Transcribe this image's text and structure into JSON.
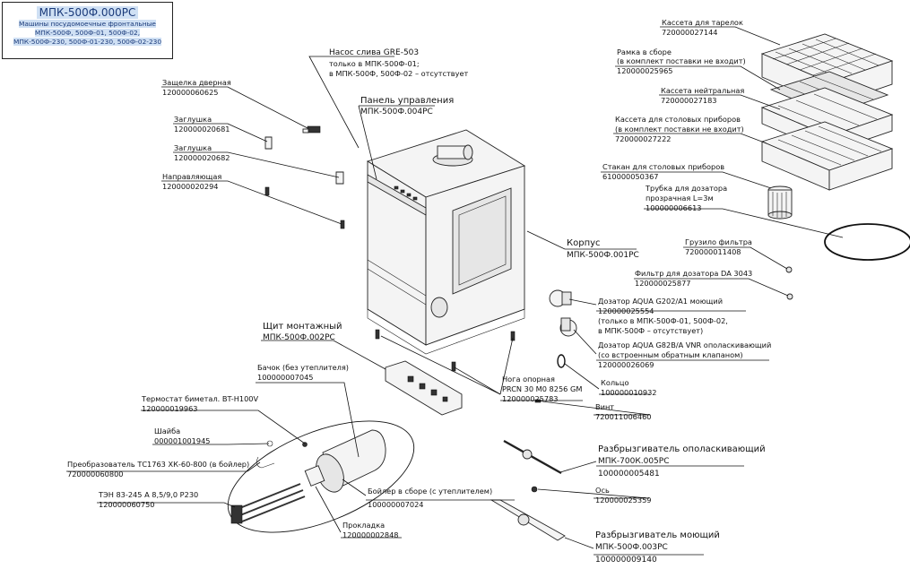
{
  "title_block": {
    "code": "МПК-500Ф.000РС",
    "line1": "Машины посудомоечные фронтальные",
    "line2": "МПК-500Ф, 500Ф-01, 500Ф-02,",
    "line3": "МПК-500Ф-230, 500Ф-01-230, 500Ф-02-230"
  },
  "labels": {
    "door_latch": {
      "name": "Защелка дверная",
      "code": "120000060625"
    },
    "plug1": {
      "name": "Заглушка",
      "code": "120000020681"
    },
    "plug2": {
      "name": "Заглушка",
      "code": "120000020682"
    },
    "guide": {
      "name": "Направляющая",
      "code": "120000020294"
    },
    "pump": {
      "name": "Насос слива GRE-503",
      "note1": "только в МПК-500Ф-01;",
      "note2": "в МПК-500Ф, 500Ф-02 – отсутствует"
    },
    "panel": {
      "name": "Панель управления",
      "code": "МПК-500Ф.004РС"
    },
    "plate_rack": {
      "name": "Кассета для тарелок",
      "code": "720000027144"
    },
    "frame": {
      "name": "Рамка в сборе",
      "note": "(в комплект поставки не входит)",
      "code": "120000025965"
    },
    "neutral_rack": {
      "name": "Кассета нейтральная",
      "code": "720000027183"
    },
    "cutlery_rack": {
      "name": "Кассета для столовых приборов",
      "note": "(в комплект поставки не входит)",
      "code": "720000027222"
    },
    "cutlery_cup": {
      "name": "Стакан для столовых приборов",
      "code": "610000050367"
    },
    "tube": {
      "name": "Трубка для дозатора",
      "note": "прозрачная L=3м",
      "code": "100000006613"
    },
    "body": {
      "name": "Корпус",
      "code": "МПК-500Ф.001РС"
    },
    "filter_weight": {
      "name": "Грузило фильтра",
      "code": "720000011408"
    },
    "dosing_filter": {
      "name": "Фильтр для дозатора DA 3043",
      "code": "120000025877"
    },
    "dispenser_wash": {
      "name": "Дозатор AQUA G202/A1 моющий",
      "code": "120000025554",
      "note1": "(только в МПК-500Ф-01, 500Ф-02,",
      "note2": "в МПК-500Ф – отсутствует)"
    },
    "dispenser_rinse": {
      "name": "Дозатор AQUA G82B/A VNR ополаскивающий",
      "note": "(со встроенным обратным клапаном)",
      "code": "120000026069"
    },
    "mount_board": {
      "name": "Щит монтажный",
      "code": "МПК-500Ф.002РС"
    },
    "tank": {
      "name": "Бачок (без утеплителя)",
      "code": "100000007045"
    },
    "ring": {
      "name": "Кольцо",
      "code": "100000010932"
    },
    "foot": {
      "name": "Нога опорная",
      "note": "PRCN 30 M0 8256 GM",
      "code": "120000025783"
    },
    "thermostat": {
      "name": "Термостат биметал. BT-H100V",
      "code": "120000019963"
    },
    "screw": {
      "name": "Винт",
      "code": "720011006460"
    },
    "washer": {
      "name": "Шайба",
      "code": "000001001945"
    },
    "converter": {
      "name": "Преобразователь ТС1763 ХК-60-800 (в бойлер)",
      "code": "720000060800"
    },
    "rinse_sprayer": {
      "name": "Разбрызгиватель ополаскивающий",
      "code1": "МПК-700К.005РС",
      "code2": "100000005481"
    },
    "boiler": {
      "name": "Бойлер в сборе (с утеплителем)",
      "code": "100000007024"
    },
    "heater": {
      "name": "ТЭН 83-245 А 8,5/9,0 Р230",
      "code": "120000060750"
    },
    "axis": {
      "name": "Ось",
      "code": "120000025359"
    },
    "gasket": {
      "name": "Прокладка",
      "code": "120000002848"
    },
    "wash_sprayer": {
      "name": "Разбрызгиватель моющий",
      "code1": "МПК-500Ф.003РС",
      "code2": "100000009140"
    }
  }
}
